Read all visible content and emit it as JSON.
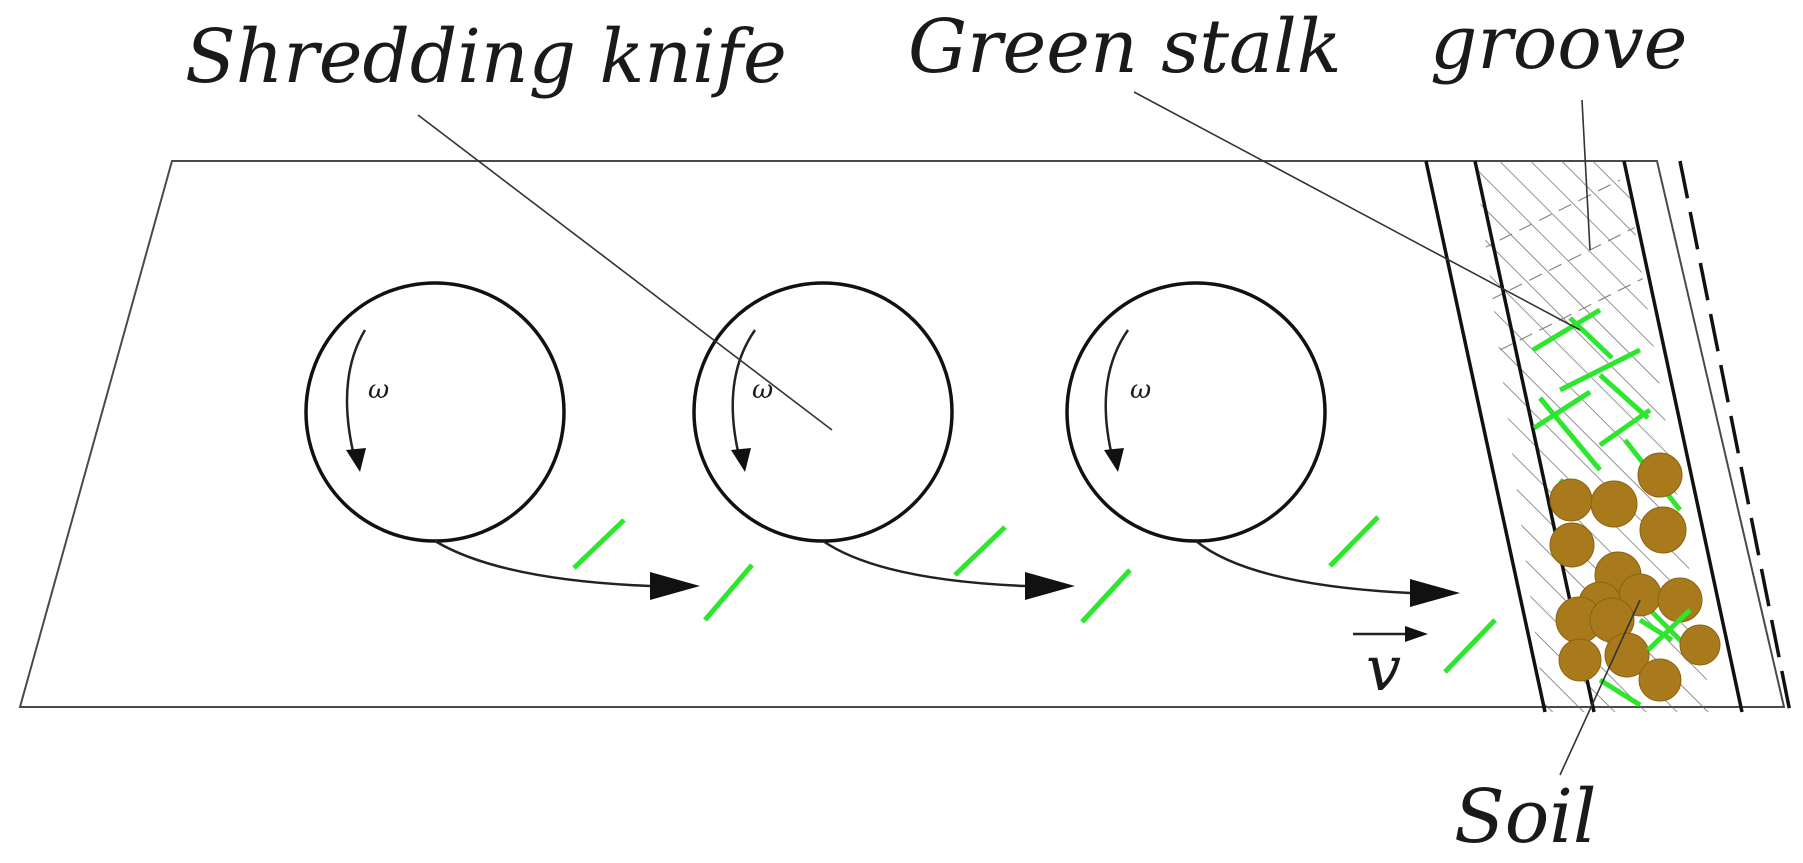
{
  "labels": {
    "knife": "Shredding knife",
    "stalk": "Green stalk",
    "groove": "groove",
    "soil": "Soil",
    "velocity": "v",
    "omega": "ω"
  },
  "colors": {
    "stalk": "#2ee62e",
    "soil": "#a87a1c",
    "outline": "#111111"
  }
}
